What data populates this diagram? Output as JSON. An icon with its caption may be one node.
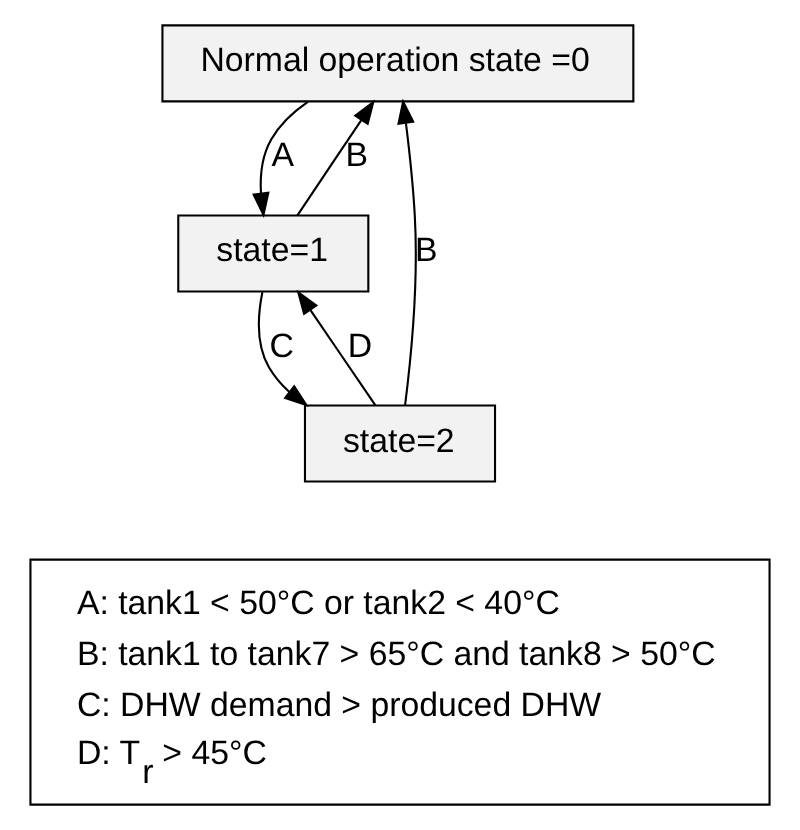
{
  "diagram": {
    "nodes": [
      {
        "text": [
          "Normal operation state =0"
        ]
      },
      {
        "text": [
          "state=1"
        ]
      },
      {
        "text": [
          "state=2"
        ]
      },
      {
        "text": [
          "A: tank1 < 50°C or tank2 < 40°C",
          "B: tank1 to tank7 > 65°C and tank8 > 50°C",
          "C: DHW demand > produced DHW",
          "D: T$_{r}$ > 45°C"
        ]
      }
    ],
    "edges": [
      {
        "from": 0,
        "to": 1,
        "arrow": "to",
        "label": "A"
      },
      {
        "from": 1,
        "to": 0,
        "arrow": "to",
        "label": "B"
      },
      {
        "from": 1,
        "to": 2,
        "arrow": "to",
        "label": "C"
      },
      {
        "from": 2,
        "to": 1,
        "arrow": "to",
        "label": "D"
      },
      {
        "from": 2,
        "to": 0,
        "arrow": "to",
        "label": "B"
      }
    ]
  }
}
